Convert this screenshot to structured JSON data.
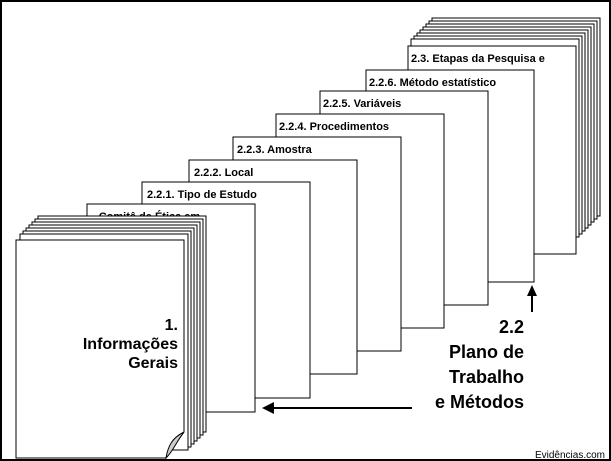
{
  "pages": [
    {
      "label": "- Comitê de Ética em"
    },
    {
      "label": "2.2.1. Tipo de Estudo"
    },
    {
      "label": "2.2.2. Local"
    },
    {
      "label": "2.2.3. Amostra"
    },
    {
      "label": "2.2.4. Procedimentos"
    },
    {
      "label": "2.2.5. Variáveis"
    },
    {
      "label": "2.2.6. Método estatístico"
    },
    {
      "label": "2.3. Etapas da Pesquisa e"
    }
  ],
  "front_stack": {
    "line1": "1.",
    "line2": "Informações",
    "line3": "Gerais"
  },
  "callout": {
    "line1": "2.2",
    "line2": "Plano de",
    "line3": "Trabalho",
    "line4": "e Métodos"
  },
  "footer": {
    "text": "Evidências.com"
  }
}
